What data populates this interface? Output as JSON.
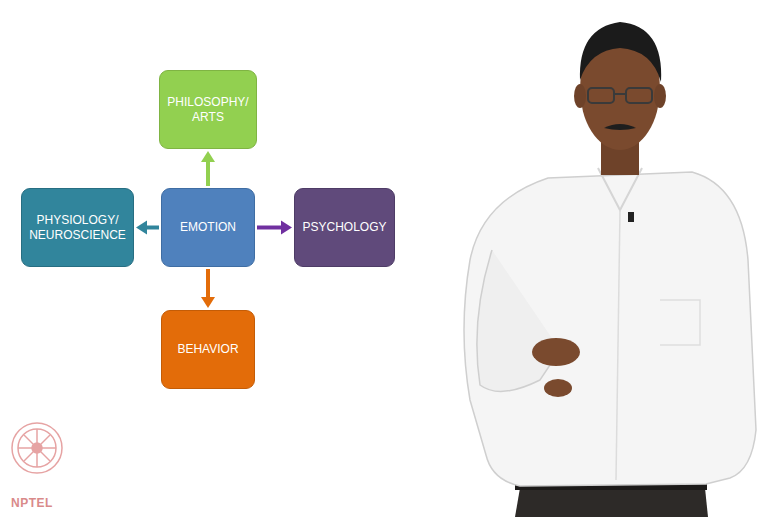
{
  "diagram": {
    "nodes": [
      {
        "text": [
          "PHILOSOPHY/ ARTS"
        ]
      },
      {
        "text": [
          "PHYSIOLOGY/ NEUROSCIENCE"
        ]
      },
      {
        "text": [
          "EMOTION"
        ]
      },
      {
        "text": [
          "PSYCHOLOGY"
        ]
      },
      {
        "text": [
          "BEHAVIOR"
        ]
      }
    ],
    "edges": [
      {
        "from": 2,
        "to": 0,
        "arrow": "to"
      },
      {
        "from": 2,
        "to": 1,
        "arrow": "to"
      },
      {
        "from": 2,
        "to": 3,
        "arrow": "to"
      },
      {
        "from": 2,
        "to": 4,
        "arrow": "to"
      }
    ],
    "labels": [
      "NPTEL"
    ]
  }
}
